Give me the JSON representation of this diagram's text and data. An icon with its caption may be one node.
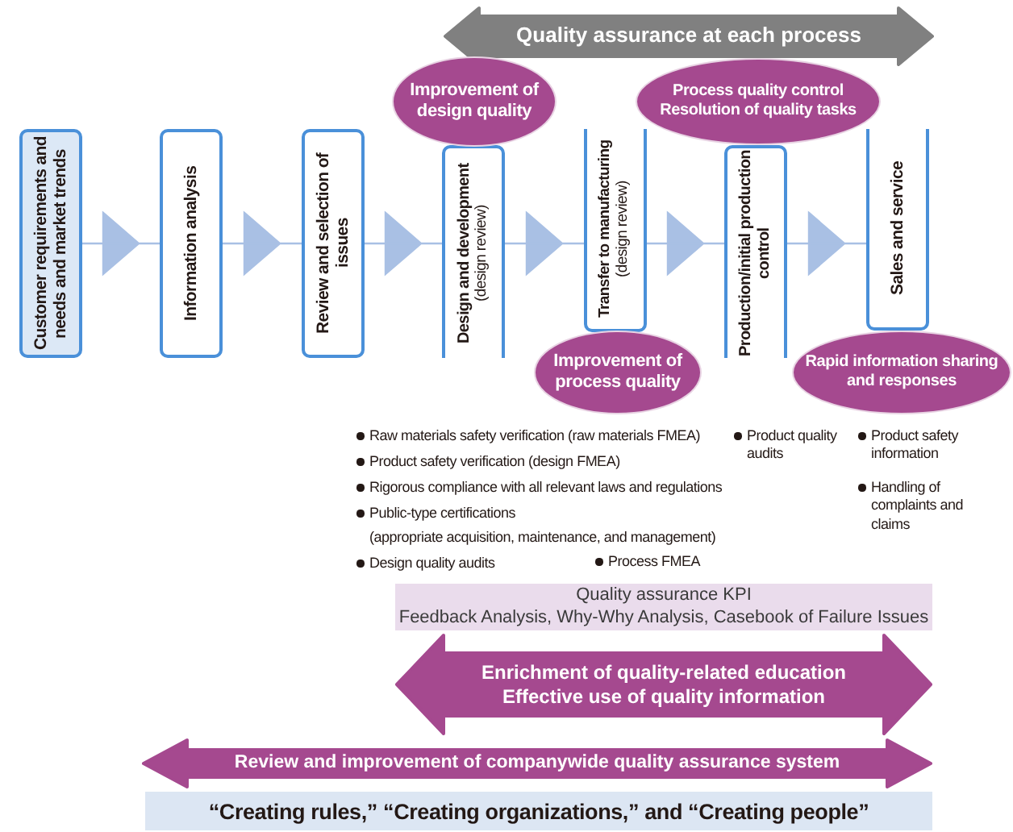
{
  "diagram": {
    "nodes": [
      {
        "text": [
          "Quality assurance at each process"
        ]
      },
      {
        "text": [
          "Customer requirements and needs and market trends"
        ]
      },
      {
        "text": [
          "Information analysis"
        ]
      },
      {
        "text": [
          "Review and selection of issues"
        ]
      },
      {
        "text": [
          "Design and development",
          "(design review)"
        ]
      },
      {
        "text": [
          "Transfer to manufacturing",
          "(design review)"
        ]
      },
      {
        "text": [
          "Production/initial production control"
        ]
      },
      {
        "text": [
          "Sales and service"
        ]
      },
      {
        "text": [
          "Improvement of design quality"
        ]
      },
      {
        "text": [
          "Process quality control",
          "Resolution of quality tasks"
        ]
      },
      {
        "text": [
          "Improvement of process quality"
        ]
      },
      {
        "text": [
          "Rapid information sharing and responses"
        ]
      },
      {
        "text": [
          "Quality assurance KPI",
          "Feedback Analysis, Why-Why Analysis, Casebook of Failure Issues"
        ]
      },
      {
        "text": [
          "Enrichment of quality-related education",
          "Effective use of quality information"
        ]
      },
      {
        "text": [
          "Review and improvement of companywide quality assurance system"
        ]
      },
      {
        "text": [
          "“Creating rules,” “Creating organizations,” and “Creating people”"
        ]
      }
    ],
    "edges": [
      {
        "from": 1,
        "to": 2,
        "arrow": "to"
      },
      {
        "from": 2,
        "to": 3,
        "arrow": "to"
      },
      {
        "from": 3,
        "to": 4,
        "arrow": "to"
      },
      {
        "from": 4,
        "to": 5,
        "arrow": "to"
      },
      {
        "from": 5,
        "to": 6,
        "arrow": "to"
      },
      {
        "from": 6,
        "to": 7,
        "arrow": "to"
      }
    ],
    "labels": [
      "Raw materials safety verification (raw materials FMEA)",
      "Product safety verification (design FMEA)",
      "Rigorous compliance with all relevant laws and regulations",
      "Public-type certifications",
      "(appropriate acquisition, maintenance, and management)",
      "Design quality audits",
      "Process FMEA",
      "Product quality audits",
      "Product safety information",
      "Handling of complaints and claims"
    ]
  }
}
